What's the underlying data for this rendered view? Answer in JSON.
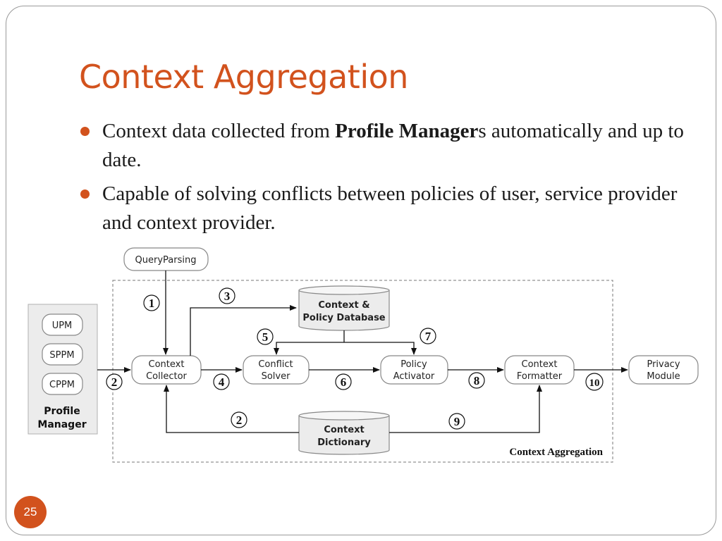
{
  "slide": {
    "title": "Context Aggregation",
    "bullets": [
      {
        "pre": "Context data collected from ",
        "bold": "Profile Manager",
        "post": "s automatically and up to date."
      },
      {
        "text": "Capable of solving conflicts between policies of user, service provider and context provider."
      }
    ],
    "page_number": "25",
    "accent_color": "#d2521d"
  },
  "diagram": {
    "query_parsing": "QueryParsing",
    "profile_manager": {
      "items": [
        "UPM",
        "SPPM",
        "CPPM"
      ],
      "label_line1": "Profile",
      "label_line2": "Manager"
    },
    "nodes": {
      "context_collector": [
        "Context",
        "Collector"
      ],
      "conflict_solver": [
        "Conflict",
        "Solver"
      ],
      "policy_activator": [
        "Policy",
        "Activator"
      ],
      "context_formatter": [
        "Context",
        "Formatter"
      ],
      "privacy_module": [
        "Privacy",
        "Module"
      ]
    },
    "databases": {
      "context_policy_db": [
        "Context &",
        "Policy Database"
      ],
      "context_dictionary": [
        "Context",
        "Dictionary"
      ]
    },
    "step_numbers": [
      "1",
      "2",
      "3",
      "4",
      "5",
      "6",
      "7",
      "8",
      "9",
      "10",
      "2"
    ],
    "group_label": "Context Aggregation"
  }
}
